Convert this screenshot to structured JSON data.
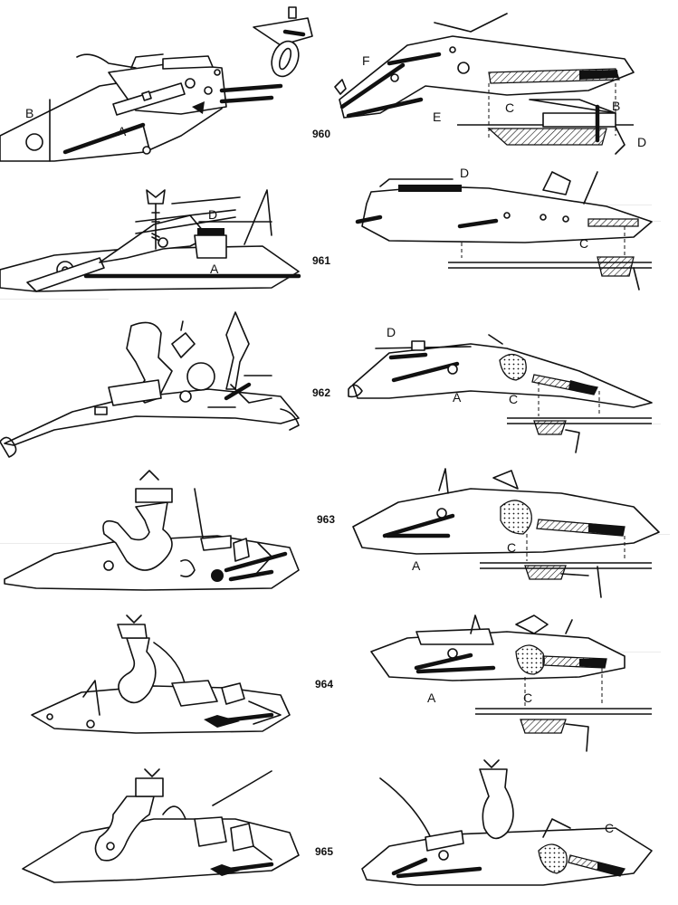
{
  "figures": [
    {
      "number": "960",
      "left_labels": [
        "A",
        "B"
      ],
      "right_labels": [
        "B",
        "C",
        "D",
        "E",
        "F"
      ]
    },
    {
      "number": "961",
      "left_labels": [
        "A",
        "D"
      ],
      "right_labels": [
        "C",
        "D"
      ]
    },
    {
      "number": "962",
      "left_labels": [],
      "right_labels": [
        "A",
        "C",
        "D"
      ]
    },
    {
      "number": "963",
      "left_labels": [],
      "right_labels": [
        "A",
        "C"
      ]
    },
    {
      "number": "964",
      "left_labels": [],
      "right_labels": [
        "A",
        "C"
      ]
    },
    {
      "number": "965",
      "left_labels": [],
      "right_labels": [
        "C"
      ]
    }
  ]
}
